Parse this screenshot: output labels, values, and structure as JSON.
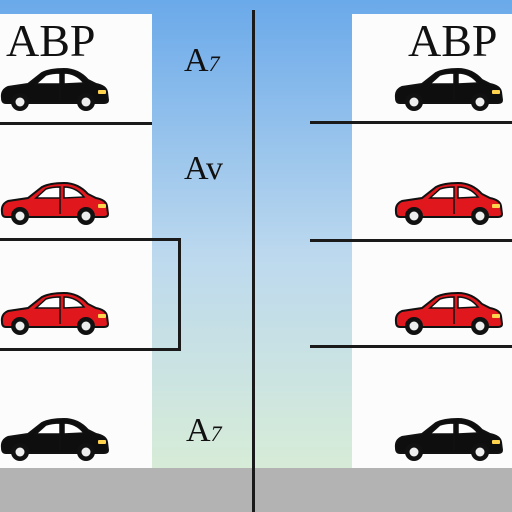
{
  "labels": {
    "sign_left": "ABP",
    "sign_right": "ABP",
    "mid_top": "A",
    "mid_top_mark": "7",
    "mid_middle": "Av",
    "mid_bottom": "A",
    "mid_bottom_mark": "7"
  },
  "colors": {
    "sky_top": "#6aa9ea",
    "sky_mid": "#bdd9ee",
    "sky_bottom": "#d7ecd7",
    "ground": "#b3b3b3",
    "panel": "#fcfcfc",
    "line": "#1a1a1a",
    "car_red": "#e0181e",
    "car_black": "#0e0e0e"
  },
  "cars": {
    "left": [
      "black",
      "red",
      "red",
      "black"
    ],
    "right": [
      "black",
      "red",
      "red",
      "black"
    ]
  }
}
